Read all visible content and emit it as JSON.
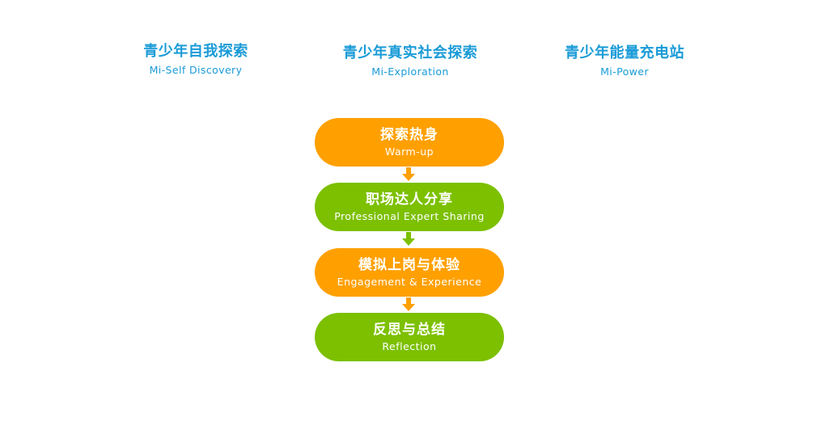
{
  "colors": {
    "heading": "#1a9bd7",
    "orange": "#ffa000",
    "green": "#7cc000"
  },
  "headings": [
    {
      "zh": "青少年自我探索",
      "en": "Mi-Self Discovery"
    },
    {
      "zh": "青少年真实社会探索",
      "en": "Mi-Exploration"
    },
    {
      "zh": "青少年能量充电站",
      "en": "Mi-Power"
    }
  ],
  "steps": [
    {
      "zh": "探索热身",
      "en": "Warm-up",
      "color": "#ffa000"
    },
    {
      "zh": "职场达人分享",
      "en": "Professional Expert Sharing",
      "color": "#7cc000"
    },
    {
      "zh": "模拟上岗与体验",
      "en": "Engagement & Experience",
      "color": "#ffa000"
    },
    {
      "zh": "反思与总结",
      "en": "Reflection",
      "color": "#7cc000"
    }
  ],
  "arrows": [
    {
      "color": "#ffa000",
      "icon": "arrow-down-icon"
    },
    {
      "color": "#7cc000",
      "icon": "arrow-down-icon"
    },
    {
      "color": "#ffa000",
      "icon": "arrow-down-icon"
    }
  ]
}
